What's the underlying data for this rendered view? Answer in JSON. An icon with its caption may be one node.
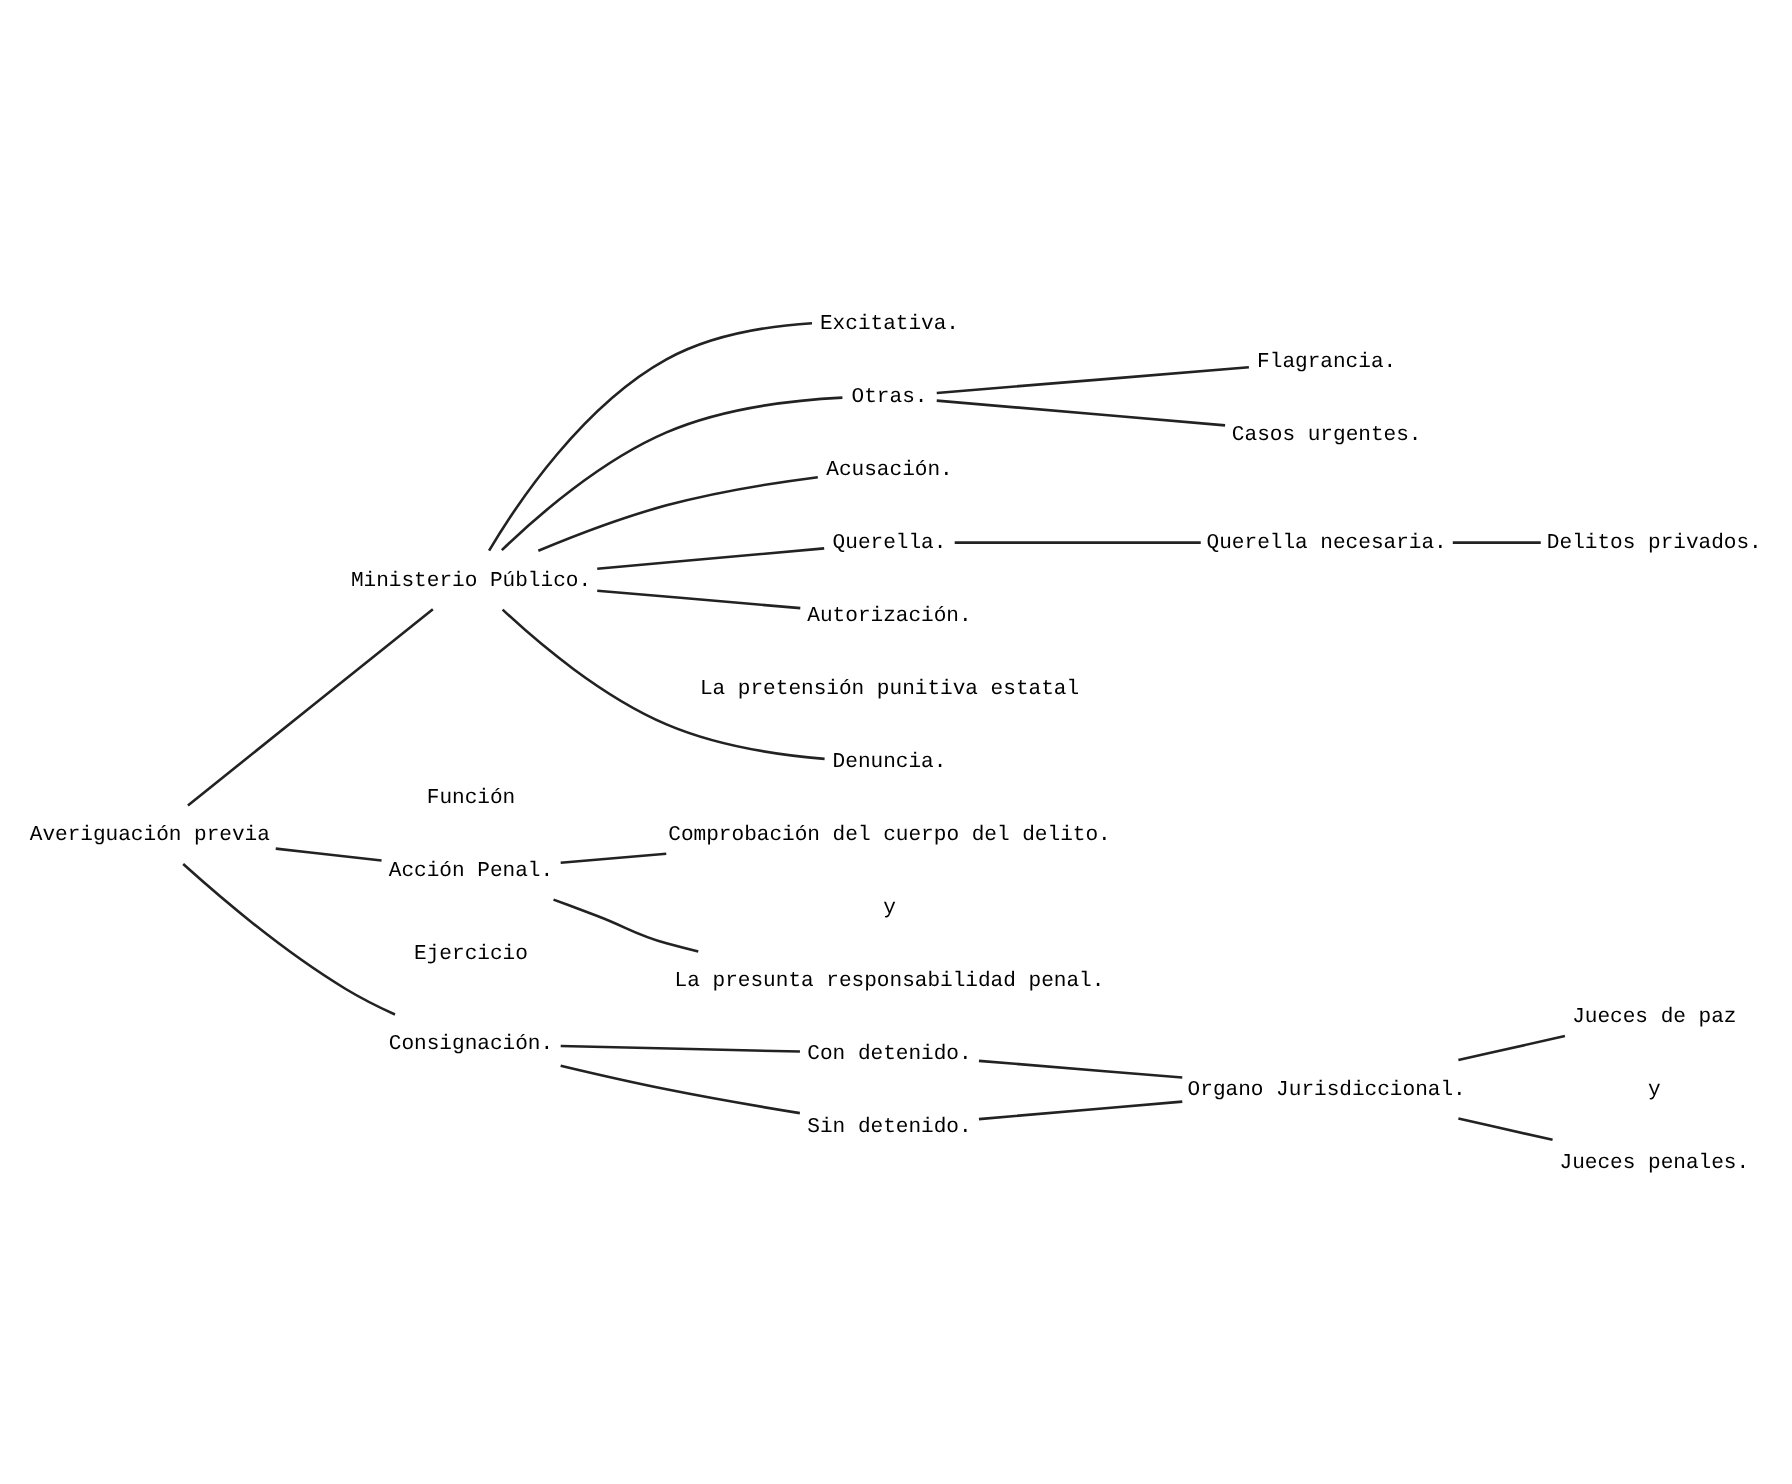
{
  "diagram": {
    "nodes": [
      {
        "text": [
          "Averiguación previa"
        ]
      },
      {
        "text": [
          "Ministerio Público."
        ]
      },
      {
        "text": [
          "Denuncia."
        ]
      },
      {
        "text": [
          "Acusación."
        ]
      },
      {
        "text": [
          "Querella."
        ]
      },
      {
        "text": [
          "Autorización."
        ]
      },
      {
        "text": [
          "Excitativa."
        ]
      },
      {
        "text": [
          "Otras."
        ]
      },
      {
        "text": [
          "Querella necesaria."
        ]
      },
      {
        "text": [
          "Delitos privados."
        ]
      },
      {
        "text": [
          "Flagrancia."
        ]
      },
      {
        "text": [
          "Casos urgentes."
        ]
      },
      {
        "text": [
          "Acción Penal."
        ]
      },
      {
        "text": [
          "Comprobación del cuerpo del delito."
        ]
      },
      {
        "text": [
          "La presunta responsabilidad penal."
        ]
      },
      {
        "text": [
          "Consignación."
        ]
      },
      {
        "text": [
          "Con detenido."
        ]
      },
      {
        "text": [
          "Sin detenido."
        ]
      },
      {
        "text": [
          "Organo Jurisdiccional."
        ]
      },
      {
        "text": [
          "Jueces de paz"
        ]
      },
      {
        "text": [
          "Jueces penales."
        ]
      }
    ],
    "edges": [
      {
        "from": 0,
        "to": 1,
        "arrow": "none"
      },
      {
        "from": 0,
        "to": 12,
        "arrow": "none"
      },
      {
        "from": 0,
        "to": 15,
        "arrow": "none"
      },
      {
        "from": 1,
        "to": 2,
        "arrow": "none"
      },
      {
        "from": 1,
        "to": 3,
        "arrow": "none"
      },
      {
        "from": 1,
        "to": 4,
        "arrow": "none"
      },
      {
        "from": 1,
        "to": 5,
        "arrow": "none"
      },
      {
        "from": 1,
        "to": 6,
        "arrow": "none"
      },
      {
        "from": 1,
        "to": 7,
        "arrow": "none"
      },
      {
        "from": 4,
        "to": 8,
        "arrow": "none"
      },
      {
        "from": 8,
        "to": 9,
        "arrow": "none"
      },
      {
        "from": 7,
        "to": 10,
        "arrow": "none"
      },
      {
        "from": 7,
        "to": 11,
        "arrow": "none"
      },
      {
        "from": 12,
        "to": 13,
        "arrow": "none"
      },
      {
        "from": 12,
        "to": 14,
        "arrow": "none"
      },
      {
        "from": 15,
        "to": 16,
        "arrow": "none"
      },
      {
        "from": 15,
        "to": 17,
        "arrow": "none"
      },
      {
        "from": 16,
        "to": 18,
        "arrow": "none"
      },
      {
        "from": 17,
        "to": 18,
        "arrow": "none"
      },
      {
        "from": 18,
        "to": 19,
        "arrow": "none"
      },
      {
        "from": 18,
        "to": 20,
        "arrow": "none"
      }
    ],
    "labels": [
      "La pretensión punitiva estatal",
      "Función",
      "y",
      "Ejercicio",
      "y"
    ]
  }
}
